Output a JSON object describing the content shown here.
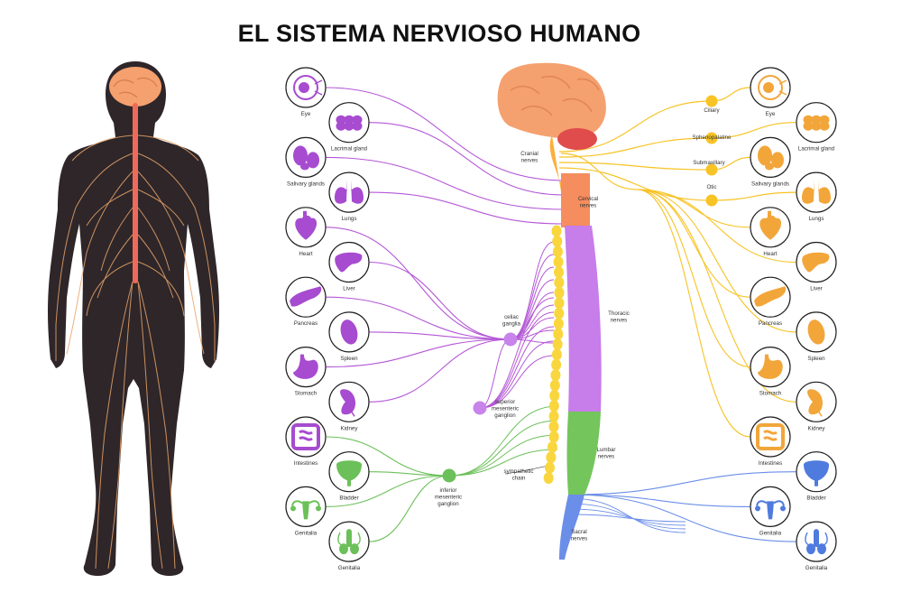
{
  "title": "EL SISTEMA NERVIOSO HUMANO",
  "colors": {
    "body": "#2e2629",
    "nerve": "#e8a46a",
    "brain": "#f4a16f",
    "cranial": "#fbb03b",
    "cervical": "#f58d5e",
    "thoracic": "#c77dea",
    "lumbar": "#73c55c",
    "sacral": "#6b8ee8",
    "sympathetic": "#f9d63e",
    "parasympathetic": "#f7c325",
    "purple": "#b457d6",
    "green": "#6cc05a",
    "blue": "#4f7bde",
    "organ_left": "#a74bd0",
    "organ_right": "#f2a63a"
  },
  "spine_labels": {
    "cranial": "Cranial\nnerves",
    "cervical": "Cervical\nnerves",
    "thoracic": "Thoracic\nnerves",
    "lumbar": "Lumbar\nnerves",
    "sacral": "Sacral\nnerves",
    "chain": "sympathetic\nchain"
  },
  "ganglia": [
    {
      "key": "celiac",
      "label": "celiac\nganglia"
    },
    {
      "key": "superior",
      "label": "superior\nmesenteric\nganglion"
    },
    {
      "key": "inferior",
      "label": "inferior\nmesenteric\nganglion"
    }
  ],
  "parasympathetic_ganglia": [
    "Ciliary",
    "Sphenopalatine",
    "Submaxillary",
    "Otic"
  ],
  "left_organs": [
    {
      "label": "Eye",
      "icon": "eye-icon"
    },
    {
      "label": "Lacrimal gland",
      "icon": "lacrimal-gland-icon"
    },
    {
      "label": "Salivary glands",
      "icon": "salivary-glands-icon"
    },
    {
      "label": "Lungs",
      "icon": "lungs-icon"
    },
    {
      "label": "Heart",
      "icon": "heart-icon"
    },
    {
      "label": "Liver",
      "icon": "liver-icon"
    },
    {
      "label": "Pancreas",
      "icon": "pancreas-icon"
    },
    {
      "label": "Spleen",
      "icon": "spleen-icon"
    },
    {
      "label": "Stomach",
      "icon": "stomach-icon"
    },
    {
      "label": "Kidney",
      "icon": "kidney-icon"
    },
    {
      "label": "Intestines",
      "icon": "intestines-icon"
    },
    {
      "label": "Bladder",
      "icon": "bladder-icon"
    },
    {
      "label": "Genitalia",
      "icon": "female-genitalia-icon"
    },
    {
      "label": "Genitalia",
      "icon": "male-genitalia-icon"
    }
  ],
  "right_organs": [
    {
      "label": "Eye",
      "icon": "eye-icon"
    },
    {
      "label": "Lacrimal gland",
      "icon": "lacrimal-gland-icon"
    },
    {
      "label": "Salivary glands",
      "icon": "salivary-glands-icon"
    },
    {
      "label": "Lungs",
      "icon": "lungs-icon"
    },
    {
      "label": "Heart",
      "icon": "heart-icon"
    },
    {
      "label": "Liver",
      "icon": "liver-icon"
    },
    {
      "label": "Pancreas",
      "icon": "pancreas-icon"
    },
    {
      "label": "Spleen",
      "icon": "spleen-icon"
    },
    {
      "label": "Stomach",
      "icon": "stomach-icon"
    },
    {
      "label": "Kidney",
      "icon": "kidney-icon"
    },
    {
      "label": "Intestines",
      "icon": "intestines-icon"
    },
    {
      "label": "Bladder",
      "icon": "bladder-icon"
    },
    {
      "label": "Genitalia",
      "icon": "female-genitalia-icon"
    },
    {
      "label": "Genitalia",
      "icon": "male-genitalia-icon"
    }
  ]
}
